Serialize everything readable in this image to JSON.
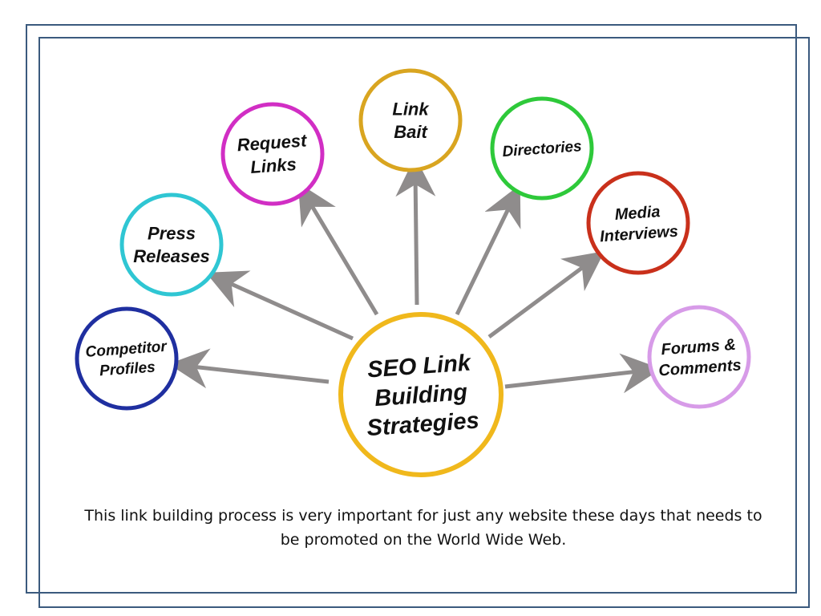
{
  "center": {
    "lines": [
      "SEO Link",
      "Building",
      "Strategies"
    ],
    "color": "#f0b81c"
  },
  "nodes": [
    {
      "id": "link-bait",
      "lines": [
        "Link",
        "Bait"
      ],
      "color": "#d9a520"
    },
    {
      "id": "request-links",
      "lines": [
        "Request",
        "Links"
      ],
      "color": "#d12ec4"
    },
    {
      "id": "directories",
      "lines": [
        "Directories"
      ],
      "color": "#2ec93a"
    },
    {
      "id": "press-releases",
      "lines": [
        "Press",
        "Releases"
      ],
      "color": "#2fc6d3"
    },
    {
      "id": "media-interviews",
      "lines": [
        "Media",
        "Interviews"
      ],
      "color": "#c9301b"
    },
    {
      "id": "competitor-profiles",
      "lines": [
        "Competitor",
        "Profiles"
      ],
      "color": "#1f2fa0"
    },
    {
      "id": "forums-comments",
      "lines": [
        "Forums &",
        "Comments"
      ],
      "color": "#d79be8"
    }
  ],
  "arrow_color": "#8f8c8c",
  "caption": "This link building process is very important for just any website these days that needs to be promoted on the World Wide Web."
}
